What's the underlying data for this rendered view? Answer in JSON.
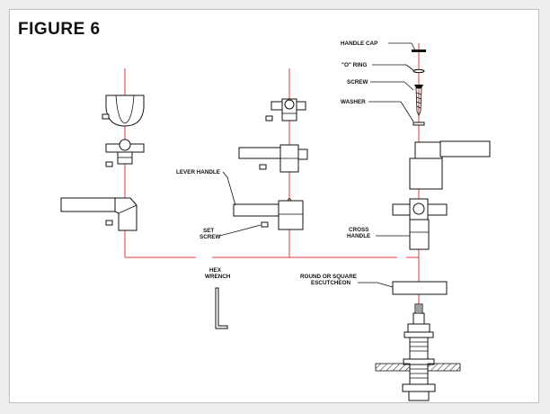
{
  "figure": {
    "title": "FIGURE 6"
  },
  "labels": {
    "handle_cap": "HANDLE CAP",
    "o_ring": "\"O\" RING",
    "screw": "SCREW",
    "washer": "WASHER",
    "lever_handle": "LEVER HANDLE",
    "set_screw_1": "SET",
    "set_screw_2": "SCREW",
    "hex_wrench_1": "HEX",
    "hex_wrench_2": "WRENCH",
    "cross_handle_1": "CROSS",
    "cross_handle_2": "HANDLE",
    "escutcheon_1": "ROUND OR SQUARE",
    "escutcheon_2": "ESCUTCHEON"
  },
  "colors": {
    "axis_line": "#e23b3b",
    "frame_border": "#bfbfbf",
    "background": "#eeeeee"
  }
}
